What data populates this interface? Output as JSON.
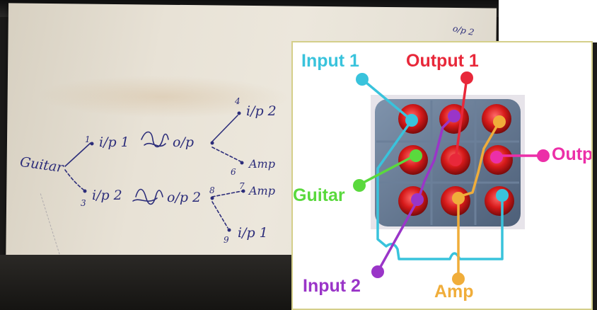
{
  "sketch": {
    "guitar": "Guitar",
    "ip1": "i/p 1",
    "ip2": "i/p 2",
    "op1": "o/p",
    "op2": "o/p 2",
    "ip2_top": "i/p 2",
    "amp_top": "Amp",
    "amp_mid": "Amp",
    "ip1_bottom": "i/p 1",
    "corner_mark": "o/p 2",
    "pin1": "1",
    "pin3": "3",
    "pin4": "4",
    "pin6": "6",
    "pin7": "7",
    "pin8": "8",
    "pin9": "9"
  },
  "labels": {
    "input1": "Input 1",
    "output1": "Output 1",
    "output_partial": "Outp",
    "guitar": "Guitar",
    "input2": "Input 2",
    "amp": "Amp"
  },
  "colors": {
    "input1": "#39c3dc",
    "output1": "#e8283a",
    "output": "#ec2fa8",
    "guitar": "#5ad93d",
    "input2": "#9a35c8",
    "amp": "#f0ad3a",
    "ink": "#2c2d7a"
  }
}
